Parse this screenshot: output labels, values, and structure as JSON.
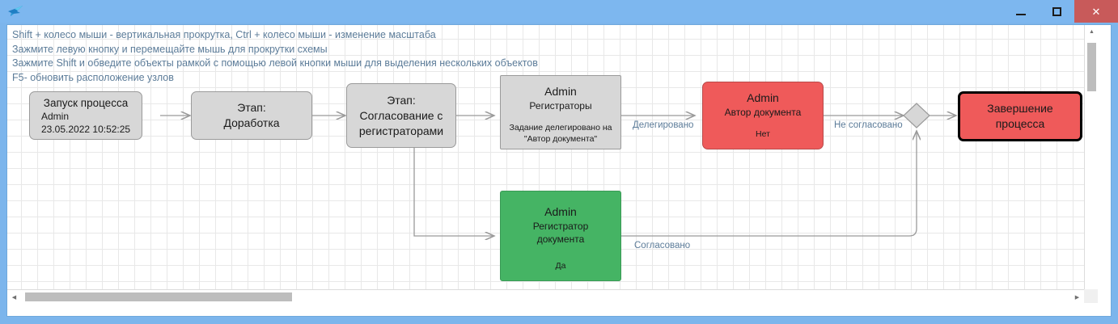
{
  "window": {
    "icon": "bird-icon",
    "title": "",
    "minimize_label": "–",
    "maximize_label": "□",
    "close_label": "✕",
    "titlebar_color": "#7db7ef",
    "close_color": "#c85a5a"
  },
  "canvas": {
    "hints": [
      "Shift + колесо мыши - вертикальная прокрутка, Ctrl + колесо мыши - изменение масштаба",
      "Зажмите левую кнопку и перемещайте мышь для прокрутки схемы",
      "Зажмите Shift и обведите объекты рамкой с помощью левой кнопки мыши для выделения нескольких объектов",
      "F5- обновить расположение узлов"
    ],
    "grid_color": "#e8e8e8",
    "background": "#ffffff"
  },
  "diagram": {
    "nodes": [
      {
        "id": "start",
        "title": "Запуск процесса",
        "user": "Admin",
        "timestamp": "23.05.2022 10:52:25",
        "color": "#d7d7d7"
      },
      {
        "id": "stage-revision",
        "line1": "Этап:",
        "line2": "Доработка",
        "color": "#d7d7d7"
      },
      {
        "id": "stage-approval",
        "line1": "Этап:",
        "line2": "Согласование с",
        "line3": "регистраторами",
        "color": "#d7d7d7"
      },
      {
        "id": "task-registrars",
        "user": "Admin",
        "role": "Регистраторы",
        "note1": "Задание делегировано на",
        "note2": "\"Автор документа\"",
        "color": "#d7d7d7"
      },
      {
        "id": "task-author",
        "user": "Admin",
        "role": "Автор документа",
        "result": "Нет",
        "color": "#ef5a5a"
      },
      {
        "id": "task-registrar-doc",
        "user": "Admin",
        "role1": "Регистратор",
        "role2": "документа",
        "result": "Да",
        "color": "#45b464"
      },
      {
        "id": "end",
        "line1": "Завершение",
        "line2": "процесса",
        "color": "#ef5a5a"
      }
    ],
    "gateway": {
      "id": "decision-gateway",
      "shape": "diamond",
      "color": "#d7d7d7"
    },
    "edge_labels": [
      {
        "id": "delegated",
        "text": "Делегировано"
      },
      {
        "id": "not-approved",
        "text": "Не согласовано"
      },
      {
        "id": "approved",
        "text": "Согласовано"
      }
    ]
  },
  "scrollbars": {
    "v_up": "▲",
    "v_down": "▼",
    "h_left": "◀",
    "h_right": "▶"
  }
}
